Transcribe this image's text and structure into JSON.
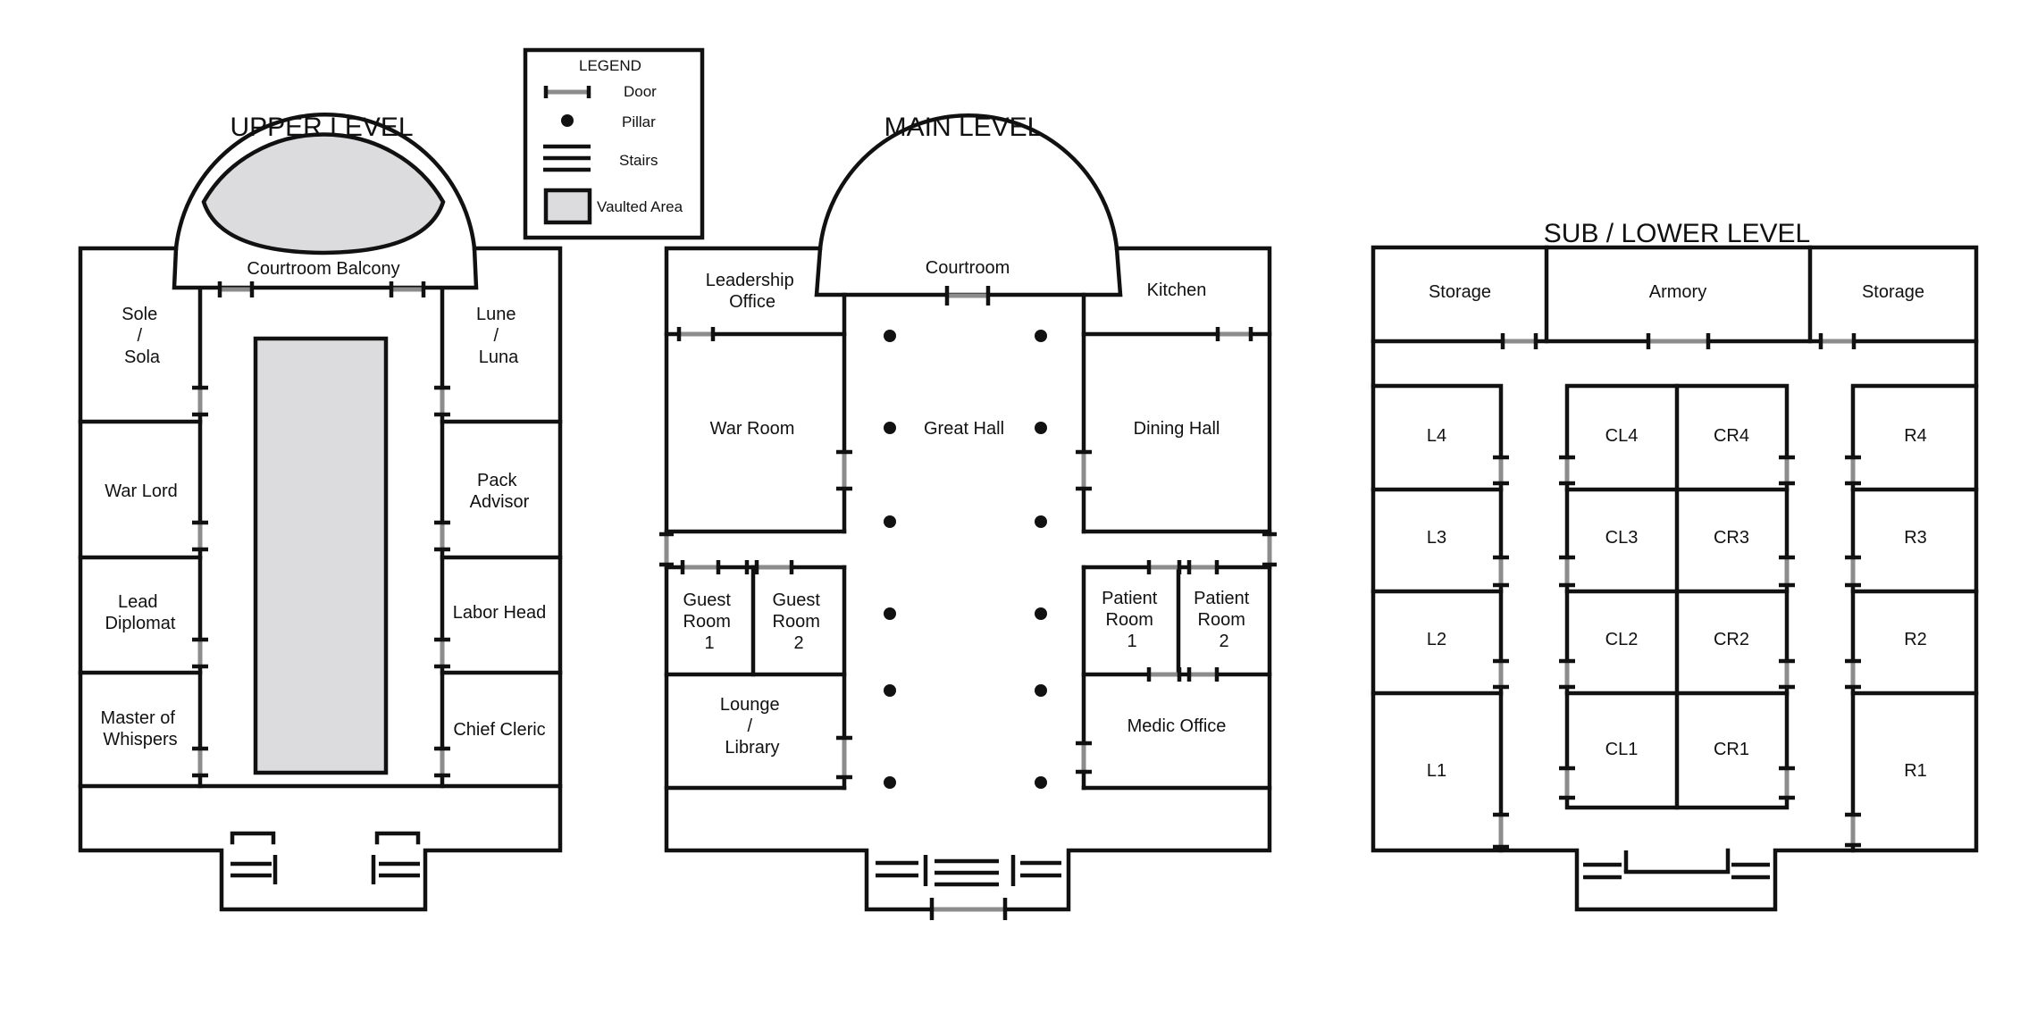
{
  "legend": {
    "title": "LEGEND",
    "items": [
      {
        "icon": "door-icon",
        "label": "Door"
      },
      {
        "icon": "pillar-icon",
        "label": "Pillar"
      },
      {
        "icon": "stairs-icon",
        "label": "Stairs"
      },
      {
        "icon": "vaulted-area-icon",
        "label": "Vaulted Area"
      }
    ]
  },
  "upper": {
    "title": "UPPER LEVEL",
    "balcony": "Courtroom Balcony",
    "sole": [
      "Sole",
      "/",
      "Sola"
    ],
    "lune": [
      "Lune",
      "/",
      "Luna"
    ],
    "war_lord": "War Lord",
    "pack_advisor": [
      "Pack",
      "Advisor"
    ],
    "lead_diplomat": [
      "Lead",
      "Diplomat"
    ],
    "labor_head": "Labor Head",
    "master_whispers": [
      "Master of",
      "Whispers"
    ],
    "chief_cleric": "Chief Cleric"
  },
  "main": {
    "title": "MAIN LEVEL",
    "courtroom": "Courtroom",
    "leadership": [
      "Leadership",
      "Office"
    ],
    "kitchen": "Kitchen",
    "war_room": "War Room",
    "great_hall": "Great Hall",
    "dining_hall": "Dining Hall",
    "guest1": [
      "Guest",
      "Room",
      "1"
    ],
    "guest2": [
      "Guest",
      "Room",
      "2"
    ],
    "patient1": [
      "Patient",
      "Room",
      "1"
    ],
    "patient2": [
      "Patient",
      "Room",
      "2"
    ],
    "lounge": [
      "Lounge",
      "/",
      "Library"
    ],
    "medic": "Medic Office"
  },
  "lower": {
    "title": "SUB / LOWER LEVEL",
    "storage_left": "Storage",
    "armory": "Armory",
    "storage_right": "Storage",
    "L4": "L4",
    "L3": "L3",
    "L2": "L2",
    "L1": "L1",
    "CL4": "CL4",
    "CL3": "CL3",
    "CL2": "CL2",
    "CL1": "CL1",
    "CR4": "CR4",
    "CR3": "CR3",
    "CR2": "CR2",
    "CR1": "CR1",
    "R4": "R4",
    "R3": "R3",
    "R2": "R2",
    "R1": "R1"
  }
}
